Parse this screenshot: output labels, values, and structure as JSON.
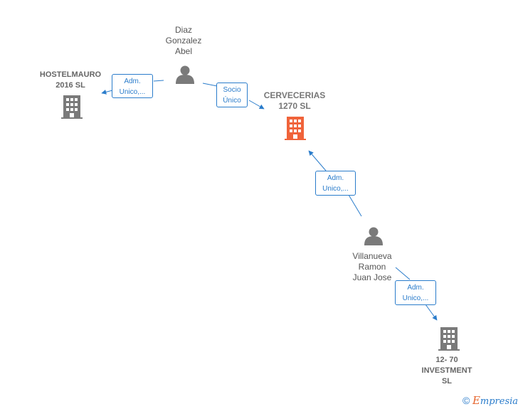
{
  "nodes": {
    "diaz": {
      "type": "person",
      "lines": [
        "Diaz",
        "Gonzalez",
        "Abel"
      ]
    },
    "hostelmauro": {
      "type": "company",
      "lines": [
        "HOSTELMAURO",
        "2016  SL"
      ]
    },
    "cervecerias": {
      "type": "company",
      "highlight": true,
      "lines": [
        "CERVECERIAS",
        "1270  SL"
      ]
    },
    "villanueva": {
      "type": "person",
      "lines": [
        "Villanueva",
        "Ramon",
        "Juan Jose"
      ]
    },
    "investment": {
      "type": "company",
      "lines": [
        "12- 70",
        "INVESTMENT",
        "SL"
      ]
    }
  },
  "edges": [
    {
      "from": "diaz",
      "to": "hostelmauro",
      "label": [
        "Adm.",
        "Unico,..."
      ]
    },
    {
      "from": "diaz",
      "to": "cervecerias",
      "label": [
        "Socio",
        "Único"
      ]
    },
    {
      "from": "villanueva",
      "to": "cervecerias",
      "label": [
        "Adm.",
        "Unico,..."
      ]
    },
    {
      "from": "villanueva",
      "to": "investment",
      "label": [
        "Adm.",
        "Unico,..."
      ]
    }
  ],
  "colors": {
    "person_icon": "#7a7a7a",
    "company_icon": "#7a7a7a",
    "company_highlight": "#f0633a",
    "edge": "#2a7ccb"
  },
  "brand": {
    "copyright": "©",
    "initial": "E",
    "name": "mpresia"
  }
}
